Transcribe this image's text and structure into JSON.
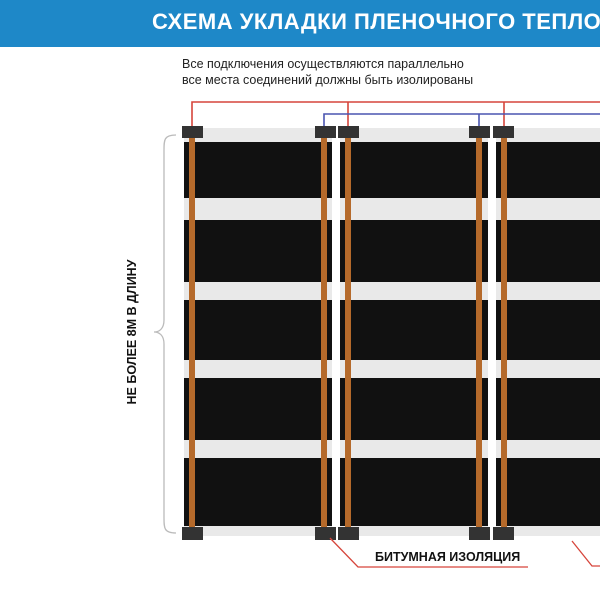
{
  "header": {
    "title": "СХЕМА УКЛАДКИ ПЛЕНОЧНОГО ТЕПЛОГО ПОЛА",
    "background_color": "#1e88c8"
  },
  "note": {
    "line1": "Все подключения осуществляются параллельно",
    "line2": "все места соединений должны быть изолированы"
  },
  "length_label": "НЕ БОЛЕЕ 8М В ДЛИНУ",
  "insulation_label": "БИТУМНАЯ ИЗОЛЯЦИЯ",
  "colors": {
    "phase_wire": "#d6453b",
    "neutral_wire": "#4a55b0",
    "copper_bus": "#b56a2b",
    "carbon_stripe": "#111111",
    "film_gap": "#e9e9e9",
    "clamp": "#333333"
  },
  "film_strips": 3
}
